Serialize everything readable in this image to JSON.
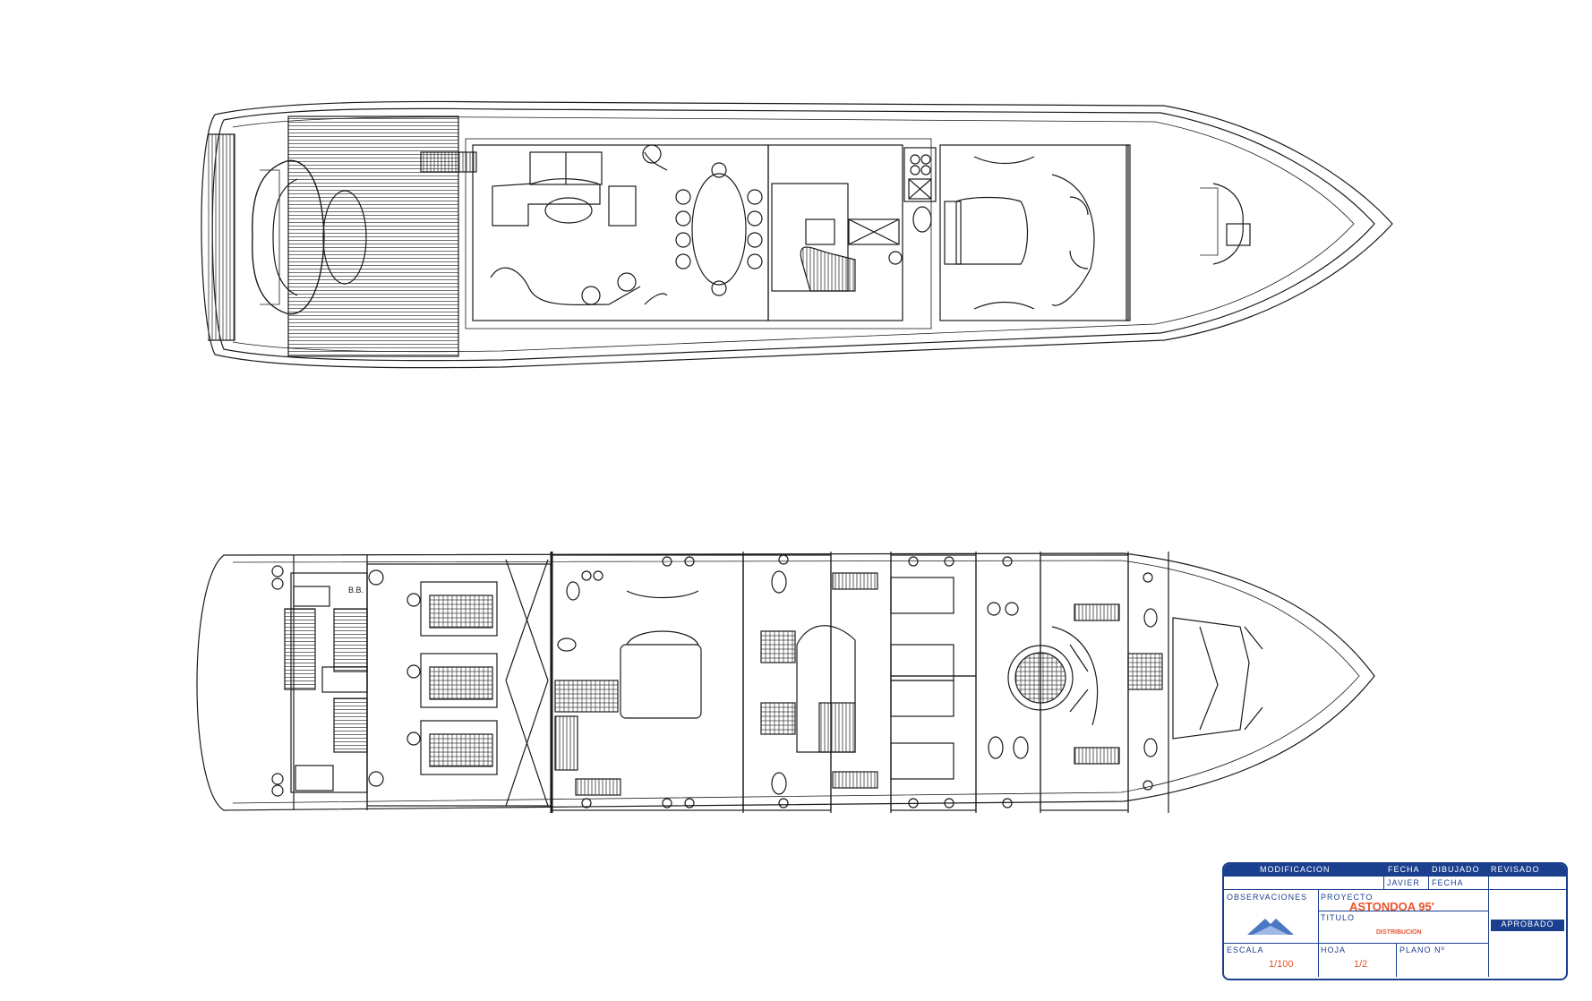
{
  "drawing": {
    "upper_deck_label": "",
    "lower_deck_label": "",
    "cabin_tag": "B.B."
  },
  "title_block": {
    "modificacion": "MODIFICACION",
    "fecha": "FECHA",
    "dibujado": "DIBUJADO",
    "revisado": "REVISADO",
    "sub_fecha": "JAVIER",
    "sub_firma": "FECHA",
    "observaciones": "OBSERVACIONES",
    "proyecto_label": "PROYECTO",
    "proyecto_value": "ASTONDOA 95'",
    "titulo_label": "TITULO",
    "titulo_value": "DISTRIBUCION",
    "aprobado": "APROBADO",
    "escala_label": "ESCALA",
    "escala_value": "1/100",
    "hoja_label": "HOJA",
    "hoja_value": "1/2",
    "plano_label": "PLANO Nº"
  },
  "colors": {
    "line": "#1a1a1a",
    "accent": "#1b3f8f",
    "red": "#e8552d"
  }
}
